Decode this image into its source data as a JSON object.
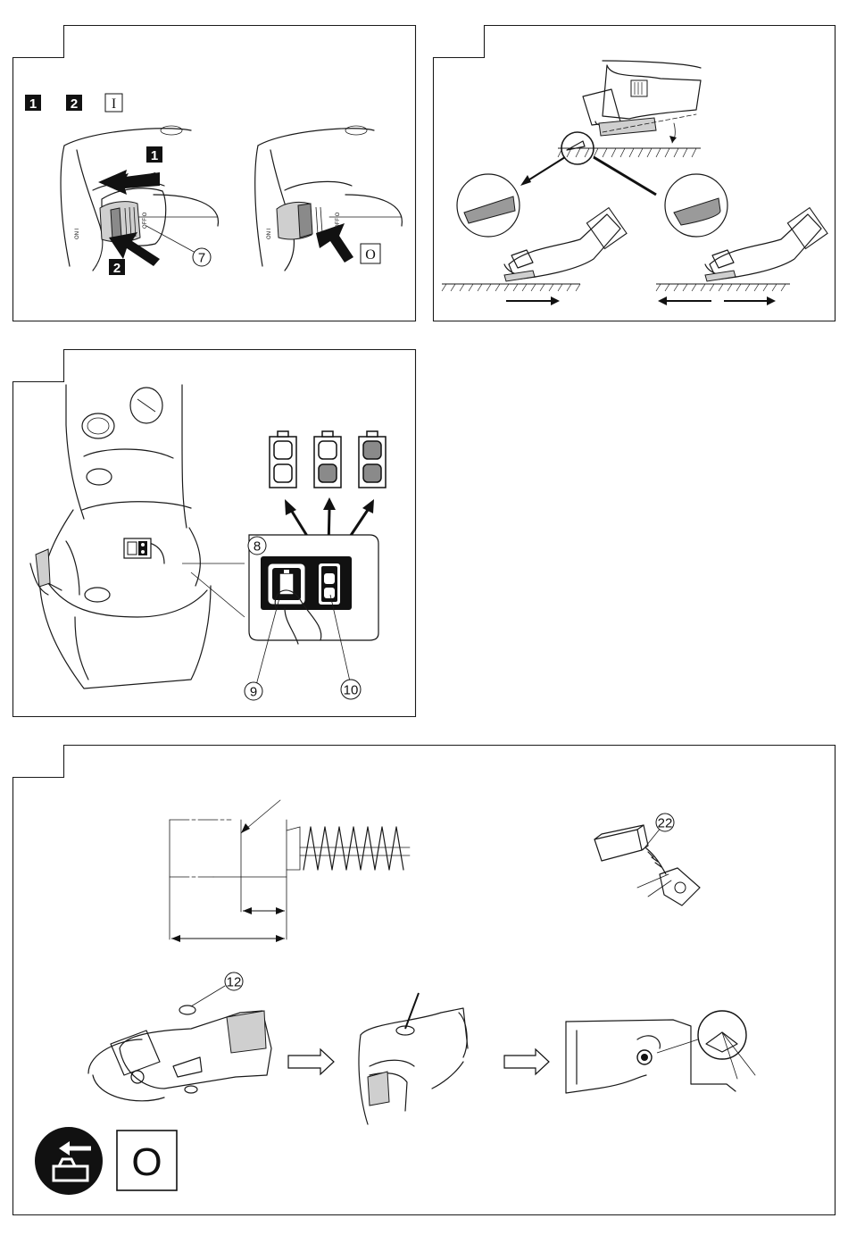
{
  "panel_switch": {
    "step_labels": [
      "1",
      "2"
    ],
    "on_symbol": "I",
    "off_symbol": "O",
    "callout_number": "7",
    "switch_on_text": "ON I",
    "switch_off_text": "OFF O"
  },
  "panel_grinding_angle": {},
  "panel_battery_indicator": {
    "callouts": {
      "indicator_block": "8",
      "button": "9",
      "lamps": "10"
    }
  },
  "panel_brush_maintenance": {
    "callouts": {
      "brush": "22",
      "brush_cap": "12"
    },
    "off_symbol": "O"
  }
}
